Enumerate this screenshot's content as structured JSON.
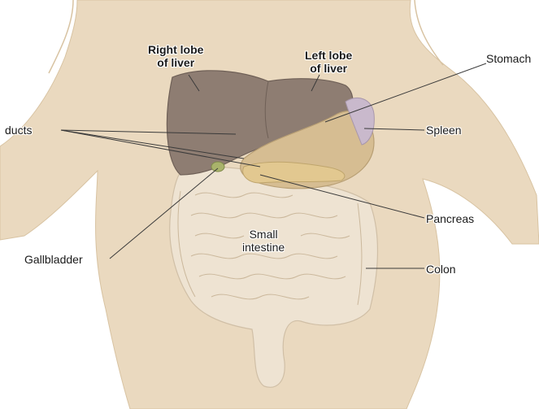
{
  "labels": {
    "right_lobe_line1": "Right lobe",
    "right_lobe_line2": "of liver",
    "left_lobe_line1": "Left lobe",
    "left_lobe_line2": "of liver",
    "stomach": "Stomach",
    "ducts": "ducts",
    "spleen": "Spleen",
    "pancreas": "Pancreas",
    "small_intestine_line1": "Small",
    "small_intestine_line2": "intestine",
    "gallbladder": "Gallbladder",
    "colon": "Colon"
  },
  "colors": {
    "skin": "#ead9bf",
    "liver": "#8e7d72",
    "stomach": "#d6bd92",
    "intestine": "#eee3d2",
    "leader_line": "#3a3a3a"
  }
}
